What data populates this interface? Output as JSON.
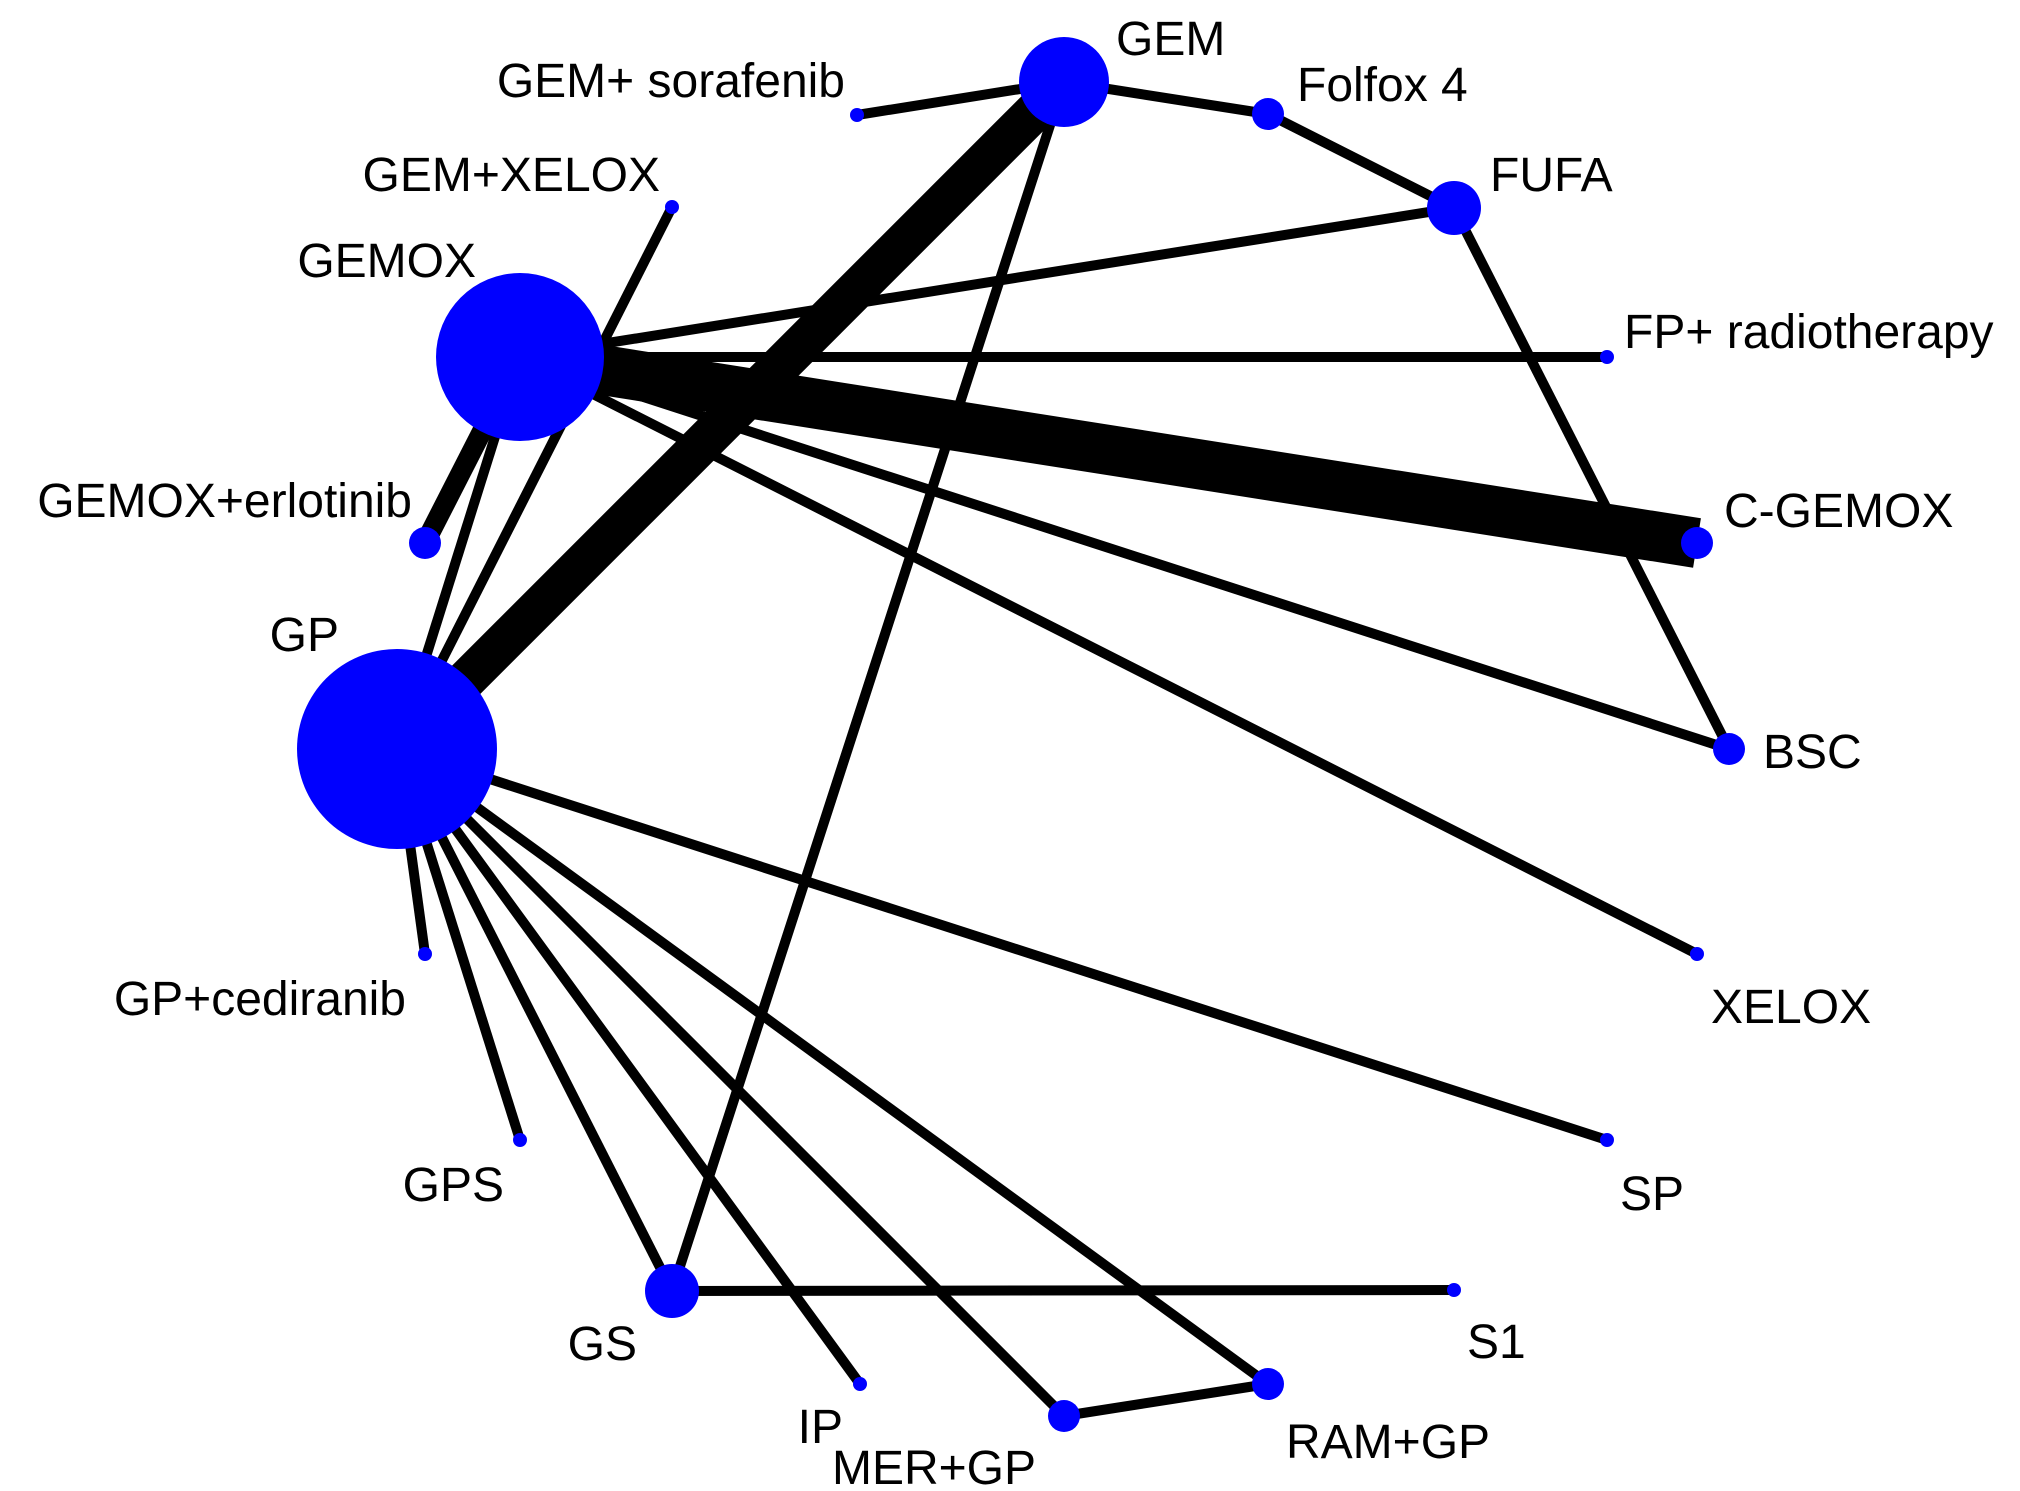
{
  "diagram": {
    "node_color": "#0000ff",
    "edge_color": "#000000",
    "nodes": [
      {
        "id": "gem",
        "label": "GEM",
        "size": 4
      },
      {
        "id": "gem_sorafenib",
        "label": "GEM+ sorafenib",
        "size": 1
      },
      {
        "id": "folfox4",
        "label": "Folfox 4",
        "size": 2
      },
      {
        "id": "fufa",
        "label": "FUFA",
        "size": 3
      },
      {
        "id": "gem_xelox",
        "label": "GEM+XELOX",
        "size": 1
      },
      {
        "id": "gemox",
        "label": "GEMOX",
        "size": 7
      },
      {
        "id": "fp_rt",
        "label": "FP+ radiotherapy",
        "size": 1
      },
      {
        "id": "gemox_erlotinib",
        "label": "GEMOX+erlotinib",
        "size": 2
      },
      {
        "id": "c_gemox",
        "label": "C-GEMOX",
        "size": 2
      },
      {
        "id": "gp",
        "label": "GP",
        "size": 8
      },
      {
        "id": "bsc",
        "label": "BSC",
        "size": 2
      },
      {
        "id": "gp_cediranib",
        "label": "GP+cediranib",
        "size": 1
      },
      {
        "id": "xelox",
        "label": "XELOX",
        "size": 1
      },
      {
        "id": "gps",
        "label": "GPS",
        "size": 1
      },
      {
        "id": "sp",
        "label": "SP",
        "size": 1
      },
      {
        "id": "gs",
        "label": "GS",
        "size": 3
      },
      {
        "id": "s1",
        "label": "S1",
        "size": 1
      },
      {
        "id": "ip",
        "label": "IP",
        "size": 1
      },
      {
        "id": "mer_gp",
        "label": "MER+GP",
        "size": 2
      },
      {
        "id": "ram_gp",
        "label": "RAM+GP",
        "size": 2
      }
    ],
    "edges": [
      {
        "from": "gem_sorafenib",
        "to": "gem",
        "weight": 1
      },
      {
        "from": "gem",
        "to": "folfox4",
        "weight": 1
      },
      {
        "from": "folfox4",
        "to": "fufa",
        "weight": 1
      },
      {
        "from": "fufa",
        "to": "bsc",
        "weight": 1
      },
      {
        "from": "gem",
        "to": "gp",
        "weight": 4
      },
      {
        "from": "gem",
        "to": "gs",
        "weight": 1
      },
      {
        "from": "gem_xelox",
        "to": "gp",
        "weight": 1
      },
      {
        "from": "gemox",
        "to": "fufa",
        "weight": 1
      },
      {
        "from": "gemox",
        "to": "fp_rt",
        "weight": 1
      },
      {
        "from": "gemox",
        "to": "c_gemox",
        "weight": 5
      },
      {
        "from": "gemox",
        "to": "bsc",
        "weight": 1
      },
      {
        "from": "gemox",
        "to": "xelox",
        "weight": 1
      },
      {
        "from": "gemox",
        "to": "gemox_erlotinib",
        "weight": 2
      },
      {
        "from": "gemox",
        "to": "gp",
        "weight": 1
      },
      {
        "from": "gp",
        "to": "gp_cediranib",
        "weight": 1
      },
      {
        "from": "gp",
        "to": "gps",
        "weight": 1
      },
      {
        "from": "gp",
        "to": "gs",
        "weight": 1
      },
      {
        "from": "gp",
        "to": "ip",
        "weight": 1
      },
      {
        "from": "gp",
        "to": "mer_gp",
        "weight": 1
      },
      {
        "from": "gp",
        "to": "ram_gp",
        "weight": 1
      },
      {
        "from": "gp",
        "to": "sp",
        "weight": 1
      },
      {
        "from": "gs",
        "to": "s1",
        "weight": 1
      },
      {
        "from": "mer_gp",
        "to": "ram_gp",
        "weight": 1
      }
    ]
  }
}
